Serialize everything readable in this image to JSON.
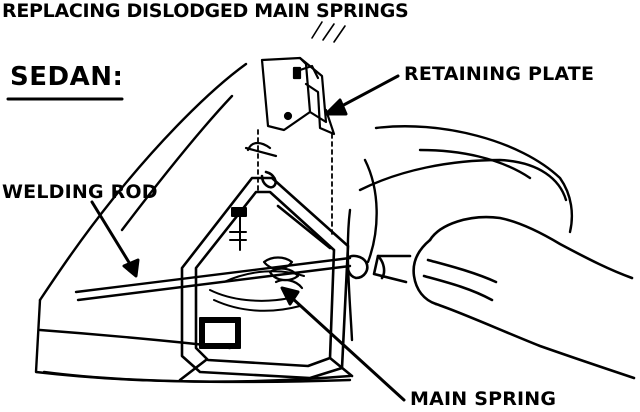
{
  "title": "REPLACING DISLODGED MAIN SPRINGS",
  "section_label": "SEDAN:",
  "callouts": {
    "retaining_plate": "RETAINING PLATE",
    "welding_rod": "WELDING ROD",
    "main_spring": "MAIN SPRING"
  }
}
